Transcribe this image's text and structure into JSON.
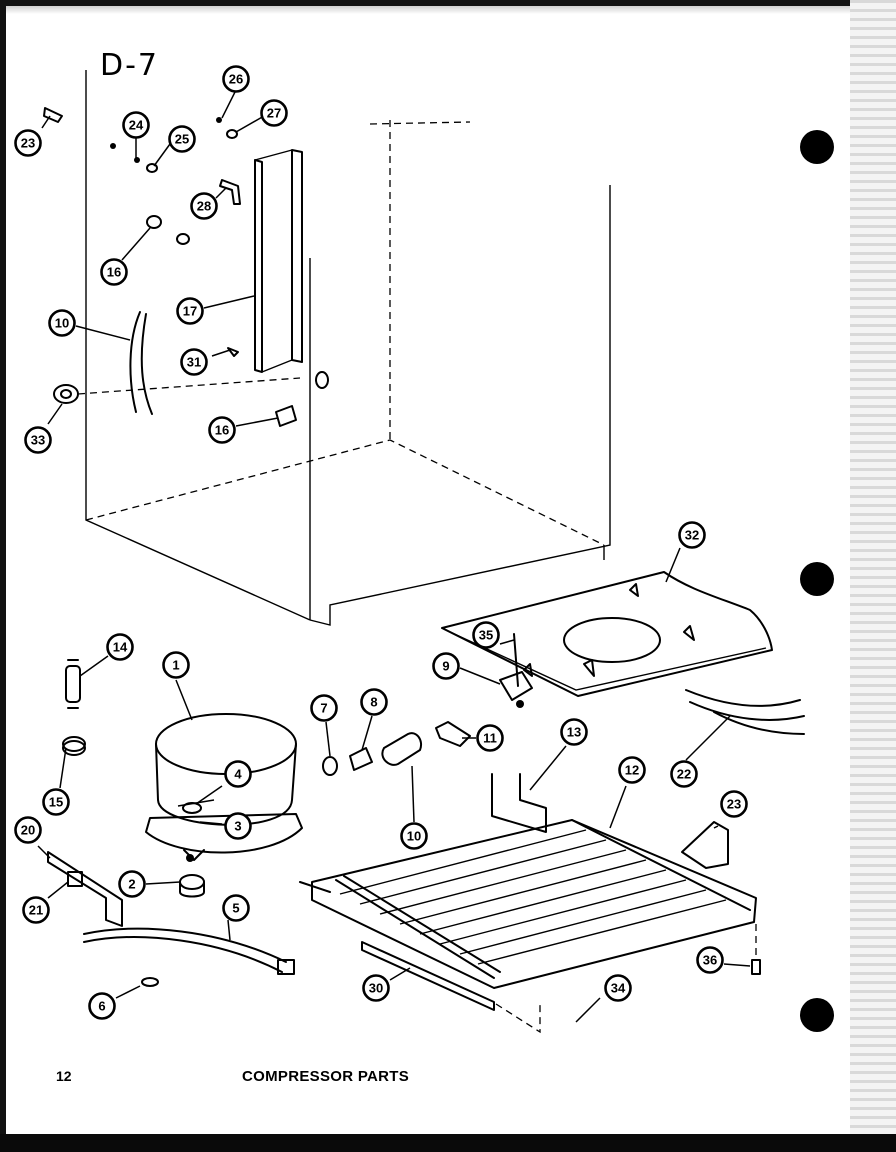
{
  "sheet": {
    "handwritten_code": "D-7",
    "page_number": "12",
    "title": "COMPRESSOR PARTS"
  },
  "callouts": [
    {
      "id": "c1",
      "label": "1"
    },
    {
      "id": "c2",
      "label": "2"
    },
    {
      "id": "c3",
      "label": "3"
    },
    {
      "id": "c4",
      "label": "4"
    },
    {
      "id": "c5",
      "label": "5"
    },
    {
      "id": "c6",
      "label": "6"
    },
    {
      "id": "c7",
      "label": "7"
    },
    {
      "id": "c8",
      "label": "8"
    },
    {
      "id": "c9",
      "label": "9"
    },
    {
      "id": "c10a",
      "label": "10"
    },
    {
      "id": "c10b",
      "label": "10"
    },
    {
      "id": "c11",
      "label": "11"
    },
    {
      "id": "c12",
      "label": "12"
    },
    {
      "id": "c13",
      "label": "13"
    },
    {
      "id": "c14",
      "label": "14"
    },
    {
      "id": "c15",
      "label": "15"
    },
    {
      "id": "c16a",
      "label": "16"
    },
    {
      "id": "c16b",
      "label": "16"
    },
    {
      "id": "c17",
      "label": "17"
    },
    {
      "id": "c20",
      "label": "20"
    },
    {
      "id": "c21",
      "label": "21"
    },
    {
      "id": "c22",
      "label": "22"
    },
    {
      "id": "c23a",
      "label": "23"
    },
    {
      "id": "c23b",
      "label": "23"
    },
    {
      "id": "c24",
      "label": "24"
    },
    {
      "id": "c25",
      "label": "25"
    },
    {
      "id": "c26",
      "label": "26"
    },
    {
      "id": "c27",
      "label": "27"
    },
    {
      "id": "c28",
      "label": "28"
    },
    {
      "id": "c30",
      "label": "30"
    },
    {
      "id": "c31",
      "label": "31"
    },
    {
      "id": "c32",
      "label": "32"
    },
    {
      "id": "c33",
      "label": "33"
    },
    {
      "id": "c34",
      "label": "34"
    },
    {
      "id": "c35",
      "label": "35"
    },
    {
      "id": "c36",
      "label": "36"
    }
  ]
}
